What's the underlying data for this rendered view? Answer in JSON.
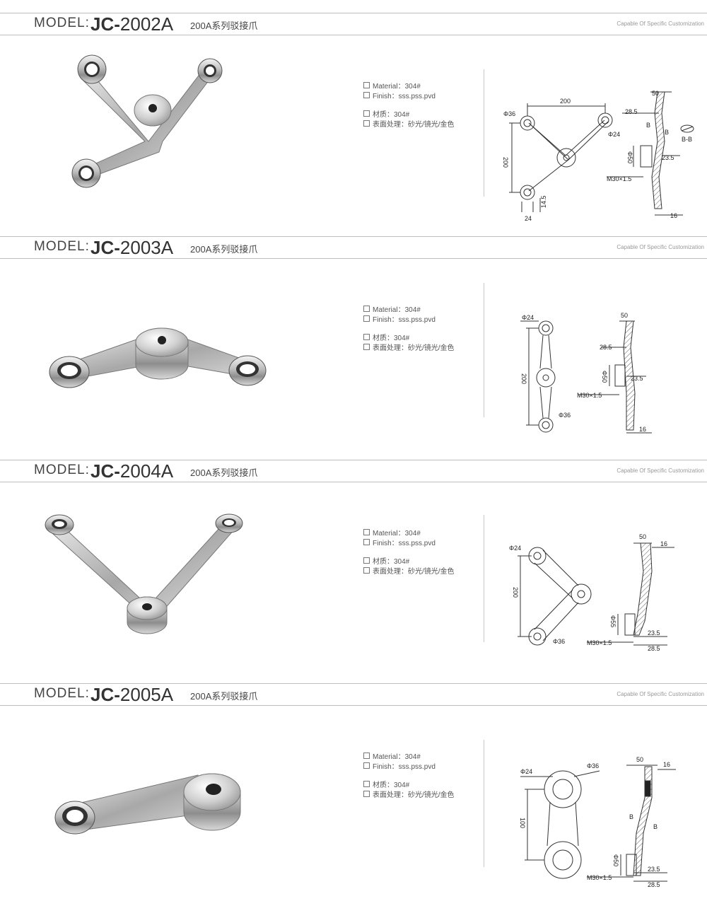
{
  "products": [
    {
      "model_label": "MODEL:",
      "code_prefix": "JC-",
      "code_number": "2002A",
      "series": "200A系列驳接爪",
      "customization": "Capable Of Specific Customization",
      "material_en": "Material：304#",
      "finish_en": "Finish：sss.pss.pvd",
      "material_cn": "材质：304#",
      "finish_cn": "表面处理：砂光/镜光/金色",
      "dims": {
        "width": "200",
        "hole_big": "Φ36",
        "hole_small": "Φ24",
        "height": "200",
        "bottom": "24",
        "offset": "14.5",
        "top": "50",
        "depth": "28.5",
        "bore": "Φ50",
        "bore_depth": "23.5",
        "thread": "M30×1.5",
        "tail": "16",
        "section_b1": "B",
        "section_b2": "B",
        "section_label": "B-B"
      }
    },
    {
      "model_label": "MODEL:",
      "code_prefix": "JC-",
      "code_number": "2003A",
      "series": "200A系列驳接爪",
      "customization": "Capable Of Specific Customization",
      "material_en": "Material：304#",
      "finish_en": "Finish：sss.pss.pvd",
      "material_cn": "材质：304#",
      "finish_cn": "表面处理：砂光/镜光/金色",
      "dims": {
        "hole_small": "Φ24",
        "height": "200",
        "hole_big": "Φ36",
        "top": "50",
        "depth": "28.5",
        "bore": "Φ50",
        "bore_depth": "23.5",
        "thread": "M30×1.5",
        "tail": "16"
      }
    },
    {
      "model_label": "MODEL:",
      "code_prefix": "JC-",
      "code_number": "2004A",
      "series": "200A系列驳接爪",
      "customization": "Capable Of Specific Customization",
      "material_en": "Material：304#",
      "finish_en": "Finish：sss.pss.pvd",
      "material_cn": "材质：304#",
      "finish_cn": "表面处理：砂光/镜光/金色",
      "dims": {
        "hole_small": "Φ24",
        "height": "200",
        "hole_big": "Φ36",
        "top": "50",
        "tail": "16",
        "bore": "Φ55",
        "bore_depth": "23.5",
        "thread": "M30×1.5",
        "depth": "28.5"
      }
    },
    {
      "model_label": "MODEL:",
      "code_prefix": "JC-",
      "code_number": "2005A",
      "series": "200A系列驳接爪",
      "customization": "Capable Of Specific Customization",
      "material_en": "Material：304#",
      "finish_en": "Finish：sss.pss.pvd",
      "material_cn": "材质：304#",
      "finish_cn": "表面处理：砂光/镜光/金色",
      "dims": {
        "hole_small": "Φ24",
        "hole_big": "Φ36",
        "height": "100",
        "top": "50",
        "tail": "16",
        "section_b1": "B",
        "section_b2": "B",
        "bore": "Φ50",
        "bore_depth": "23.5",
        "thread": "M30×1.5",
        "depth": "28.5"
      }
    }
  ]
}
